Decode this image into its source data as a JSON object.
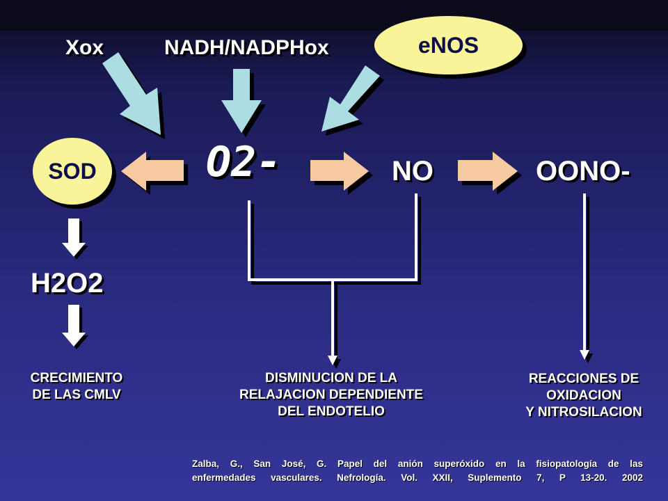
{
  "sources": {
    "xox": "Xox",
    "nadh": "NADH/NADPHox",
    "enos": "eNOS"
  },
  "species": {
    "sod": "SOD",
    "o2": "O2-",
    "no": "NO",
    "oono": "OONO-",
    "h2o2": "H2O2"
  },
  "outcomes": {
    "growth": [
      "CRECIMIENTO",
      "DE LAS CMLV"
    ],
    "relaxation": [
      "DISMINUCION DE LA",
      "RELAJACION DEPENDIENTE",
      "DEL ENDOTELIO"
    ],
    "oxidation": [
      "REACCIONES DE",
      "OXIDACION",
      "Y NITROSILACION"
    ]
  },
  "citation": [
    "Zalba, G., San José, G. Papel del anión superóxido en la fisiopatología de las",
    "enfermedades vasculares. Nefrología. Vol. XXII, Suplemento 7, P 13-20. 2002"
  ],
  "colors": {
    "background": "#2a2a80",
    "oval_fill": "#f9f39a",
    "source_arrow": "#acdde2",
    "reaction_arrow": "#f6c9a1",
    "product_arrow": "#ffffff",
    "text": "#ffffff"
  }
}
